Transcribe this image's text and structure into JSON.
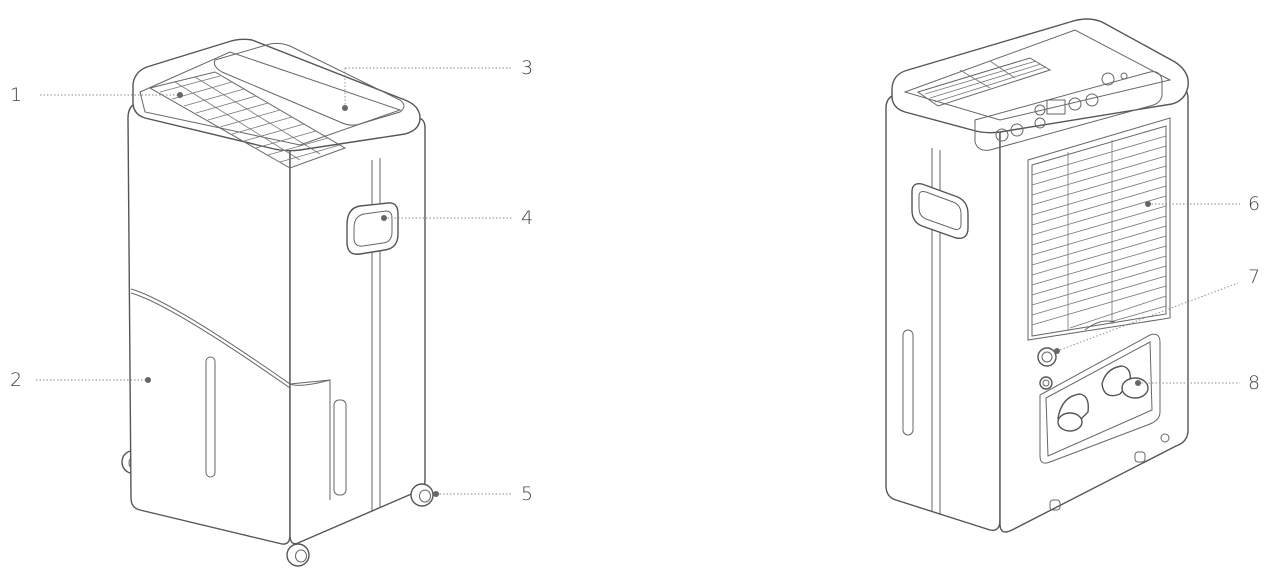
{
  "callouts": [
    {
      "id": "1",
      "label": "1"
    },
    {
      "id": "2",
      "label": "2"
    },
    {
      "id": "3",
      "label": "3"
    },
    {
      "id": "4",
      "label": "4"
    },
    {
      "id": "5",
      "label": "5"
    },
    {
      "id": "6",
      "label": "6"
    },
    {
      "id": "7",
      "label": "7"
    },
    {
      "id": "8",
      "label": "8"
    }
  ],
  "colors": {
    "line": "#555555",
    "leader": "#888888",
    "label": "#444444",
    "background": "#ffffff"
  }
}
